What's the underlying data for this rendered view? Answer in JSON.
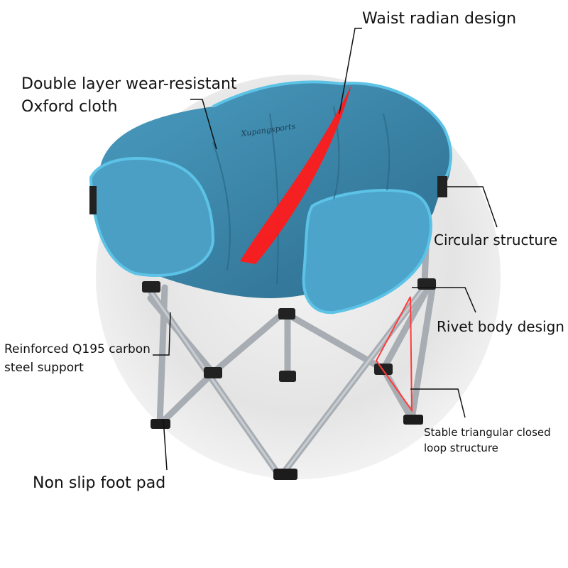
{
  "brand": "Xupangsports",
  "callouts": {
    "waist": "Waist radian design",
    "cloth_line1": "Double layer wear-resistant",
    "cloth_line2": "Oxford cloth",
    "circular": "Circular structure",
    "rivet": "Rivet body design",
    "steel_line1": "Reinforced Q195 carbon",
    "steel_line2": "steel support",
    "triangle_line1": "Stable triangular closed",
    "triangle_line2": "loop structure",
    "foot": "Non slip foot pad"
  },
  "colors": {
    "fabric": "#3f8fb3",
    "fabric_dark": "#2f7396",
    "piping": "#46b6df",
    "frame": "#aab0b6",
    "accent": "#ff1a1a",
    "backdrop": "#e6e6e6"
  }
}
